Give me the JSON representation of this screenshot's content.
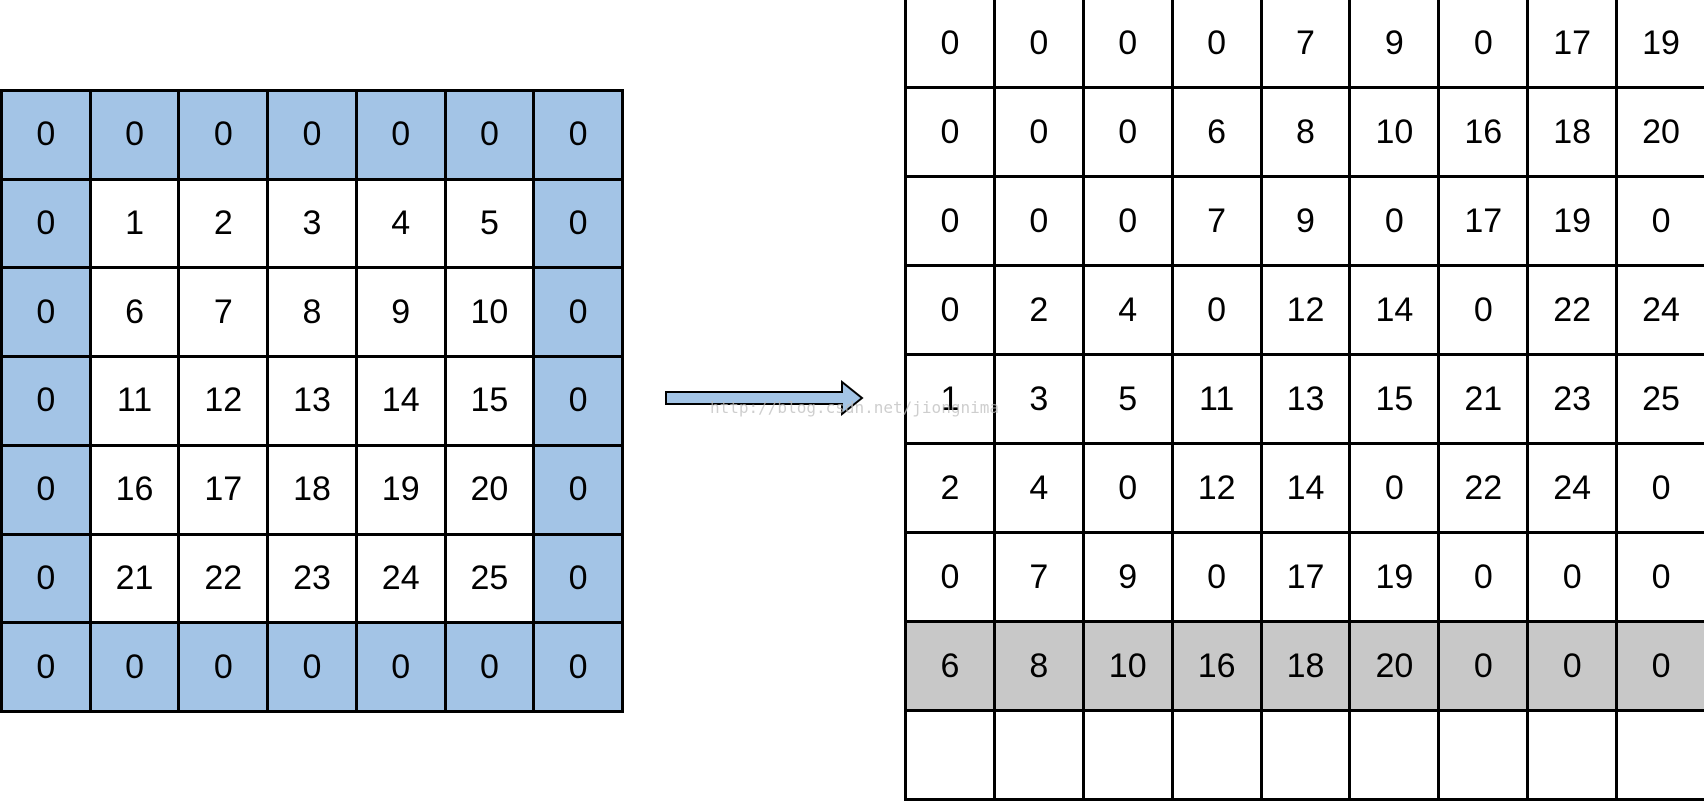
{
  "colors": {
    "padding_fill": "#a3c4e6",
    "highlight_fill": "#c8c8c8",
    "cell_fill": "#ffffff",
    "border": "#000000"
  },
  "left_grid": {
    "rows": [
      [
        "0",
        "0",
        "0",
        "0",
        "0",
        "0",
        "0"
      ],
      [
        "0",
        "1",
        "2",
        "3",
        "4",
        "5",
        "0"
      ],
      [
        "0",
        "6",
        "7",
        "8",
        "9",
        "10",
        "0"
      ],
      [
        "0",
        "11",
        "12",
        "13",
        "14",
        "15",
        "0"
      ],
      [
        "0",
        "16",
        "17",
        "18",
        "19",
        "20",
        "0"
      ],
      [
        "0",
        "21",
        "22",
        "23",
        "24",
        "25",
        "0"
      ],
      [
        "0",
        "0",
        "0",
        "0",
        "0",
        "0",
        "0"
      ]
    ]
  },
  "right_grid": {
    "highlighted_row": 7,
    "rows": [
      [
        "0",
        "0",
        "0",
        "0",
        "7",
        "9",
        "0",
        "17",
        "19"
      ],
      [
        "0",
        "0",
        "0",
        "6",
        "8",
        "10",
        "16",
        "18",
        "20"
      ],
      [
        "0",
        "0",
        "0",
        "7",
        "9",
        "0",
        "17",
        "19",
        "0"
      ],
      [
        "0",
        "2",
        "4",
        "0",
        "12",
        "14",
        "0",
        "22",
        "24"
      ],
      [
        "1",
        "3",
        "5",
        "11",
        "13",
        "15",
        "21",
        "23",
        "25"
      ],
      [
        "2",
        "4",
        "0",
        "12",
        "14",
        "0",
        "22",
        "24",
        "0"
      ],
      [
        "0",
        "7",
        "9",
        "0",
        "17",
        "19",
        "0",
        "0",
        "0"
      ],
      [
        "6",
        "8",
        "10",
        "16",
        "18",
        "20",
        "0",
        "0",
        "0"
      ],
      [
        "",
        "",
        "",
        "",
        "",
        "",
        "",
        "",
        ""
      ]
    ]
  },
  "watermark": "http://blog.csdn.net/jiongnima",
  "arrow_icon": "right-arrow-icon"
}
